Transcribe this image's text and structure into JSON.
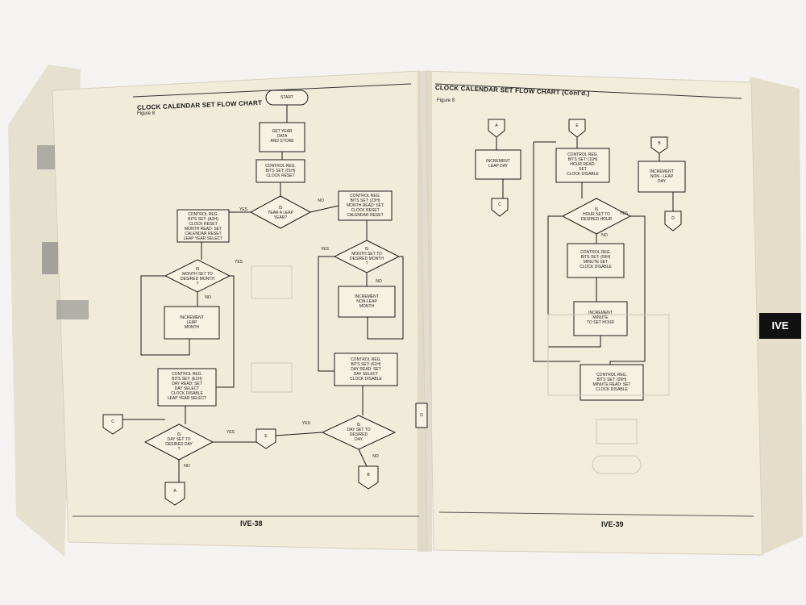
{
  "left_page": {
    "title": "CLOCK CALENDAR SET FLOW CHART",
    "figure": "Figure 8",
    "page_number": "IVE-38",
    "boxes": {
      "start": "START",
      "get_year": "GET YEAR\nDATA\nAND STORE",
      "ctrl_01h": "CONTROL REG.\nBITS SET: (01H)\nCLOCK RESET",
      "leap_q": "IS\nYEAR A LEAP\nYEAR?",
      "ctrl_a3h": "CONTROL REG.\nBITS SET: (A3H)\nCLOCK RESET\nMONTH READ: SET\nCALENDAR RESET\nLEAP YEAR SELECT",
      "ctrl_23h": "CONTROL REG.\nBITS SET: (23H)\nMONTH READ: SET\nCLOCK RESET\nCALENDAR RESET",
      "month_q_left": "IS\nMONTH SET TO\nDESIRED MONTH\n?",
      "month_q_right": "IS\nMONTH SET TO\nDESIRED MONTH\n?",
      "inc_leap_month": "INCREMENT\nLEAP\nMONTH",
      "inc_nonleap_month": "INCREMENT\nNON-LEAP\nMONTH",
      "ctrl_e1h": "CONTROL REG.\nBITS SET: (E1H)\nDAY READ: SET\nDAY SELECT\nCLOCK DISABLE\nLEAP YEAR SELECT",
      "ctrl_61h": "CONTROL REG.\nBITS SET: (61H)\nDAY READ: SET\nDAY SELECT\nCLOCK DISABLE",
      "day_q_left": "IS\nDAY SET TO\nDESIRED DAY\n?",
      "day_q_right": "IS\nDAY SET TO\nDESIRED\nDAY"
    },
    "connectors": {
      "c": "C",
      "e": "E",
      "a": "A",
      "b": "B",
      "d": "D"
    },
    "branch": {
      "yes": "YES",
      "no": "NO"
    }
  },
  "right_page": {
    "title": "CLOCK CALENDAR SET FLOW CHART (Cont'd.)",
    "figure": "Figure 8",
    "page_number": "IVE-39",
    "section_tab": "IVE",
    "boxes": {
      "inc_leap_day": "INCREMENT\nLEAP DAY",
      "inc_nonleap_day": "INCREMENT\nNON - LEAP\nDAY",
      "ctrl_11h": "CONTROL REG.\nBITS SET: (11H)\nHOUR READ:\nSET\nCLOCK DISABLE",
      "hour_q": "IS\nHOUR SET TO\nDESIRED HOUR",
      "ctrl_09h_a": "CONTROL REG.\nBITS SET: (09H)\nMINUTE SET\nCLOCK DISABLE",
      "inc_minute": "INCREMENT\nMINUTE\nTO SET HOUR",
      "ctrl_09h_b": "CONTROL REG.\nBITS SET: (09H)\nMINUTE READ: SET\nCLOCK DISABLE"
    },
    "connectors": {
      "a": "A",
      "e": "E",
      "b": "B",
      "c": "C",
      "d": "D"
    },
    "branch": {
      "yes": "YES",
      "no": "NO"
    }
  },
  "colors": {
    "paper": "#f1ebd9",
    "ink": "#1a1a1a",
    "background": "#f4f3f1",
    "tab": "#111111"
  }
}
